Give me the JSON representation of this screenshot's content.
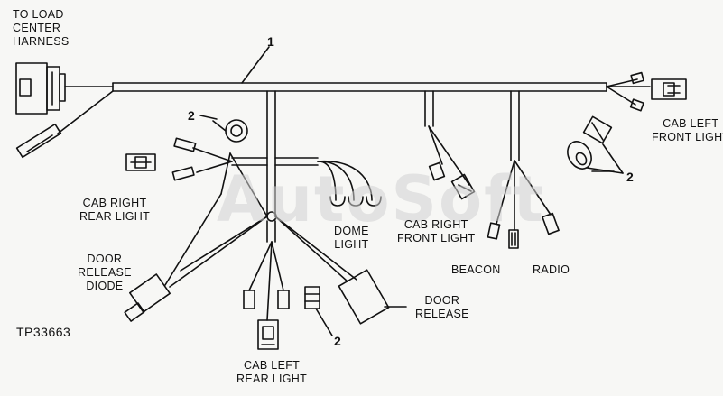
{
  "watermark": "AutoSoft",
  "figure_code": "TP33663",
  "labels": {
    "load_center": [
      "TO LOAD",
      "CENTER",
      "HARNESS"
    ],
    "cab_left_front": [
      "CAB LEFT",
      "FRONT LIGHT"
    ],
    "cab_right_rear": [
      "CAB RIGHT",
      "REAR LIGHT"
    ],
    "dome": [
      "DOME",
      "LIGHT"
    ],
    "cab_right_front": [
      "CAB RIGHT",
      "FRONT LIGHT"
    ],
    "beacon": "BEACON",
    "radio": "RADIO",
    "door_release_diode": [
      "DOOR",
      "RELEASE",
      "DIODE"
    ],
    "door_release": [
      "DOOR",
      "RELEASE"
    ],
    "cab_left_rear": [
      "CAB LEFT",
      "REAR LIGHT"
    ]
  },
  "callouts": {
    "harness": "1",
    "grommet_a": "2",
    "grommet_b": "2",
    "grommet_c": "2"
  }
}
